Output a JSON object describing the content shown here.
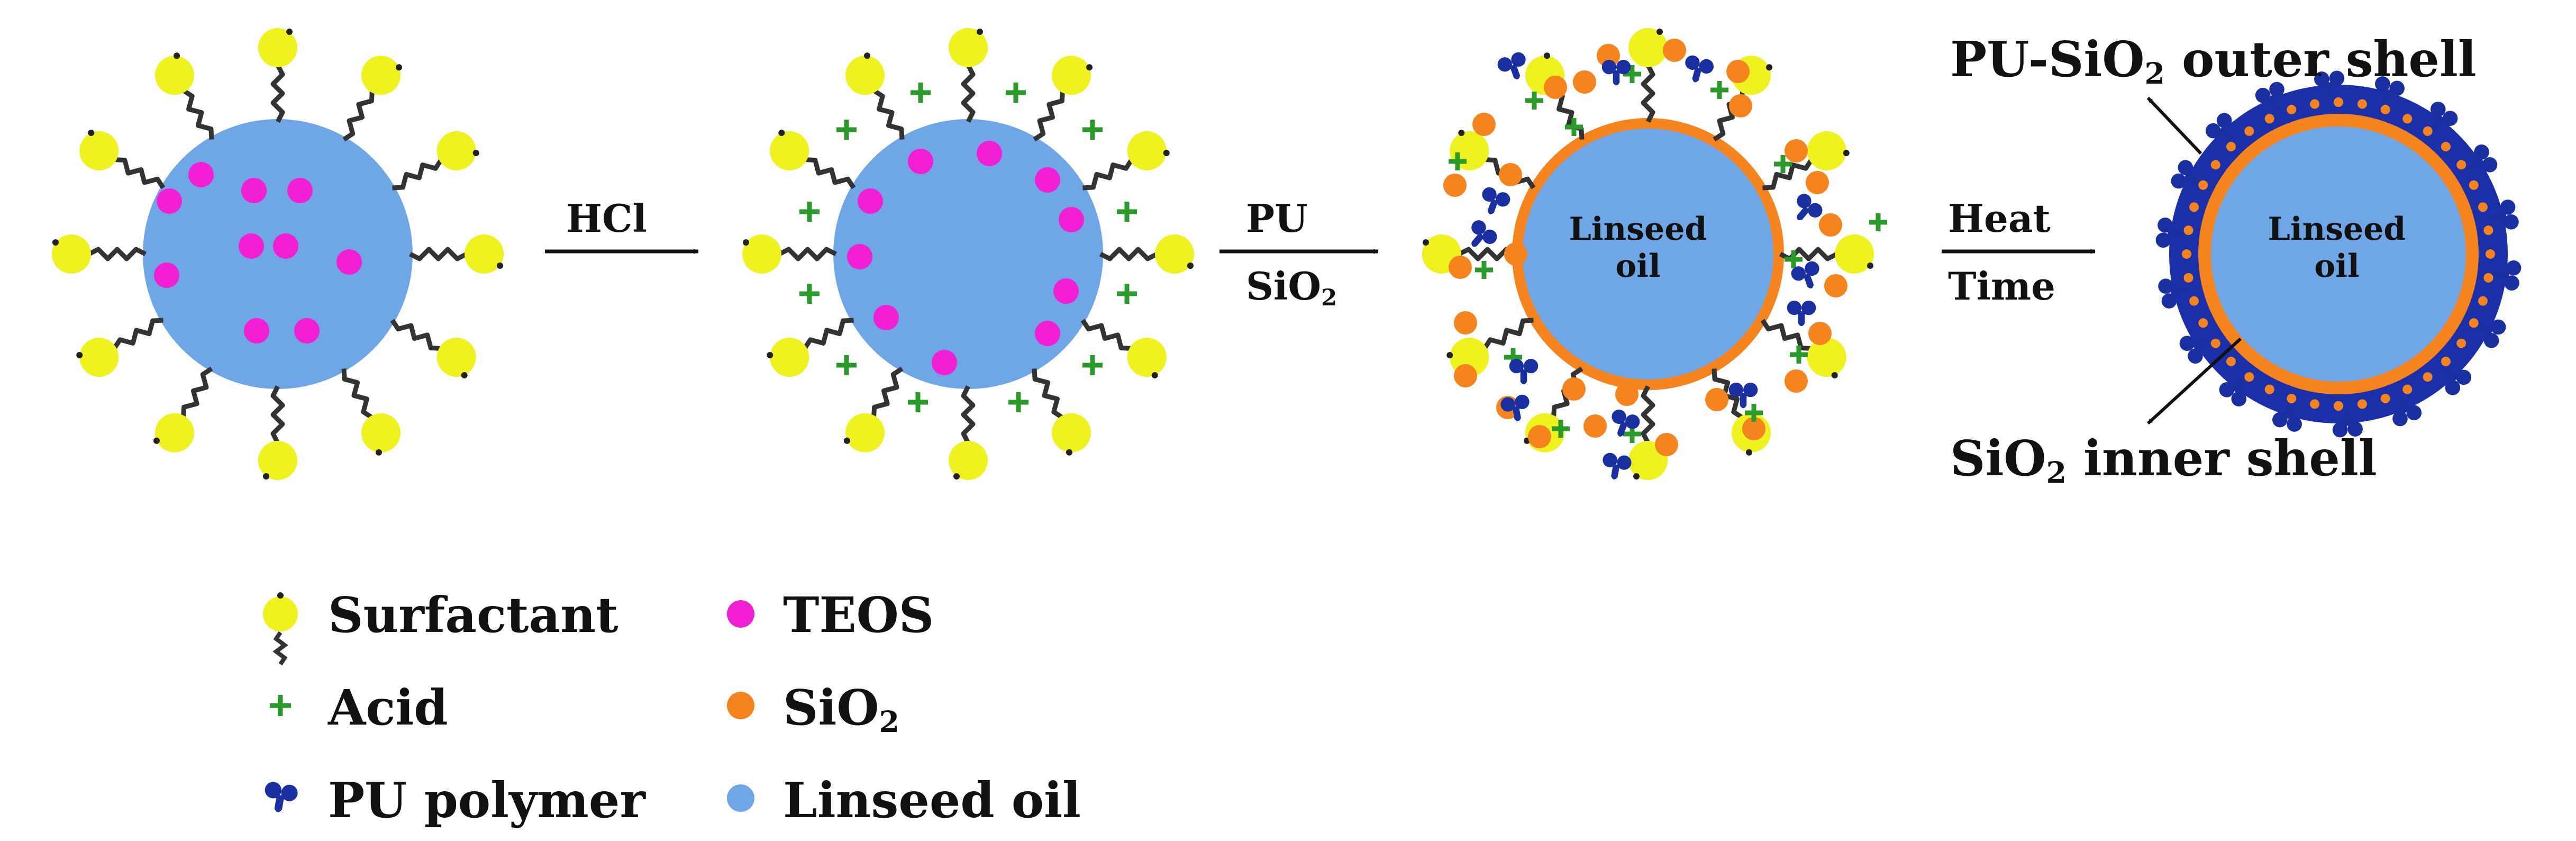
{
  "steps": [
    {
      "top": "HCl",
      "bottom": ""
    },
    {
      "top": "PU",
      "bottom_main": "SiO",
      "bottom_sub": "2"
    },
    {
      "top": "Heat",
      "bottom": "Time"
    }
  ],
  "core_label": {
    "line1": "Linseed",
    "line2": "oil"
  },
  "callouts": {
    "outer": {
      "pre": "PU-SiO",
      "sub": "2",
      "post": " outer shell"
    },
    "inner": {
      "pre": "SiO",
      "sub": "2",
      "post": " inner shell"
    }
  },
  "legend": [
    {
      "key": "surfactant",
      "label": "Surfactant",
      "icon": "surfactant-icon"
    },
    {
      "key": "acid",
      "label": "Acid",
      "icon": "plus-icon"
    },
    {
      "key": "pu",
      "label": "PU polymer",
      "icon": "pu-polymer-icon"
    },
    {
      "key": "teos",
      "label": "TEOS",
      "icon": "teos-dot-icon"
    },
    {
      "key": "sio2",
      "label_main": "SiO",
      "label_sub": "2",
      "icon": "sio2-dot-icon"
    },
    {
      "key": "oil",
      "label": "Linseed oil",
      "icon": "oil-dot-icon"
    }
  ],
  "colors": {
    "oil": "#6ea6e6",
    "surfactant_head": "#eef21e",
    "teos": "#f21fd4",
    "acid": "#2a9a2a",
    "sio2": "#f5841f",
    "pu": "#1a2fa0",
    "shell_blue": "#1b2fa8",
    "shell_orange": "#f5841f",
    "tail": "#333333"
  }
}
